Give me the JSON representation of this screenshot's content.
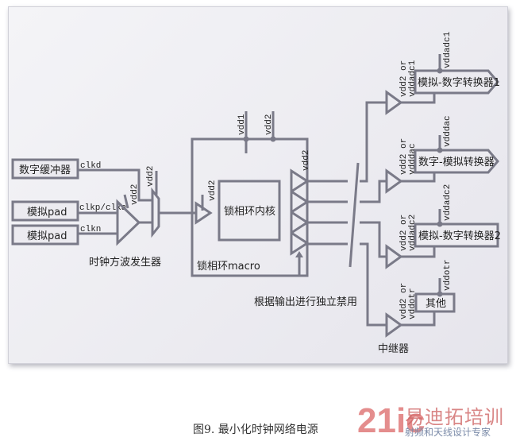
{
  "blocks": {
    "digital_buffer": "数字缓冲器",
    "analog_pad_1": "模拟pad",
    "analog_pad_2": "模拟pad",
    "pll_core": "锁相环内核",
    "pll_macro": "锁相环macro",
    "clock_gen": "时钟方波发生器",
    "adc1": "模拟-数字转换器1",
    "dac": "数字-模拟转换器",
    "adc2": "模拟-数字转换器2",
    "other": "其他",
    "repeater": "中继器",
    "disable_note": "根据输出进行独立禁用"
  },
  "signals": {
    "clkd": "clkd",
    "clkp": "clkp/clka",
    "clkn": "clkn",
    "vdd2_cmp": "vdd2",
    "vdd2_mux": "vdd2",
    "vdd2_in": "vdd2",
    "vdd1": "vdd1",
    "vdd2_top": "vdd2",
    "vdd2_out": "vdd2",
    "vdd2_or_adc1": [
      "vdd2  or",
      "vddadc1"
    ],
    "vdd2_or_dac": [
      "vdd2  or",
      "vdddac"
    ],
    "vdd2_or_adc2": [
      "vdd2  or",
      "vddadc2"
    ],
    "vdd2_or_otr": [
      "vdd2  or",
      "vddotr"
    ],
    "vddadc1": "vddadc1",
    "vdddac": "vdddac",
    "vddadc2": "vddadc2",
    "vddotr": "vddotr"
  },
  "caption": "图9. 最小化时钟网络电源",
  "watermark": {
    "num": "21ic",
    "title": "易迪拓培训",
    "subtitle": "射频和天线设计专家"
  }
}
